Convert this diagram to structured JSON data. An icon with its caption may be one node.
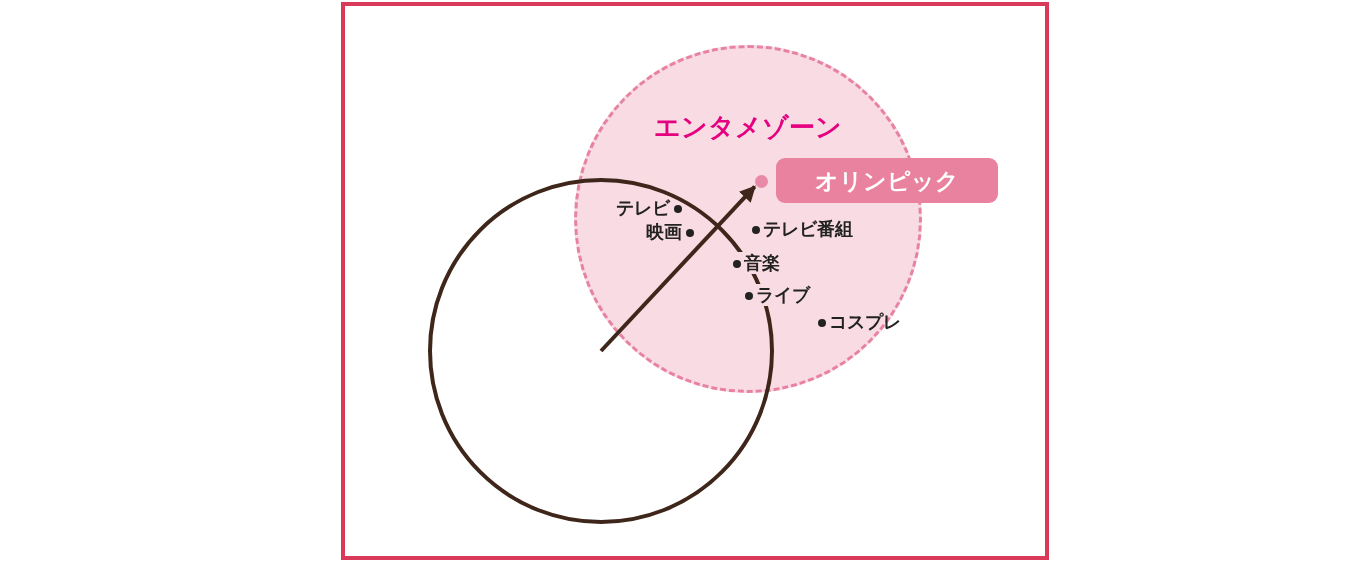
{
  "diagram": {
    "nodes": [
      {
        "text": [
          "エンタメゾーン"
        ]
      },
      {
        "text": [],
        "shape": "circle"
      },
      {
        "text": [],
        "shape": "circle",
        "in": 0
      },
      {
        "text": [
          "オリンピック"
        ]
      }
    ],
    "edges": [
      {
        "from": 1,
        "to": 2,
        "arrow": "to"
      }
    ],
    "labels": [
      "テレビ",
      "映画",
      "テレビ番組",
      "音楽",
      "ライブ",
      "コスプレ"
    ]
  }
}
